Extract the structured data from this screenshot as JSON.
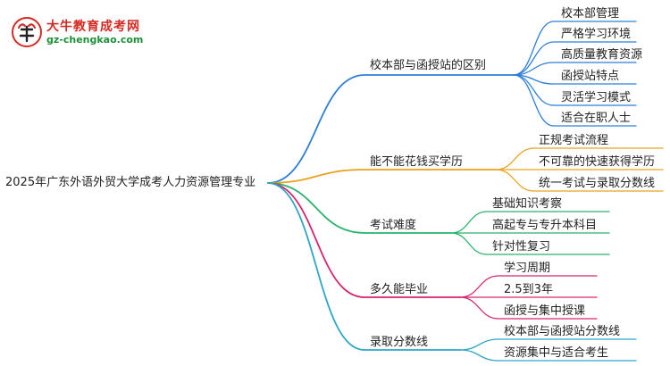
{
  "logo": {
    "name": "大牛教育成考网",
    "url": "gz-chengkao.com"
  },
  "root": "2025年广东外语外贸大学成考人力资源管理专业",
  "branches": [
    {
      "label": "校本部与函授站的区别",
      "color": "#2f7fd6",
      "children": [
        "校本部管理",
        "严格学习环境",
        "高质量教育资源",
        "函授站特点",
        "灵活学习模式",
        "适合在职人士"
      ]
    },
    {
      "label": "能不能花钱买学历",
      "color": "#e9a21a",
      "children": [
        "正规考试流程",
        "不可靠的快速获得学历",
        "统一考试与录取分数线"
      ]
    },
    {
      "label": "考试难度",
      "color": "#27b36a",
      "children": [
        "基础知识考察",
        "高起专与专升本科目",
        "针对性复习"
      ]
    },
    {
      "label": "多久能毕业",
      "color": "#d6246e",
      "children": [
        "学习周期",
        "2.5到3年",
        "函授与集中授课"
      ]
    },
    {
      "label": "录取分数线",
      "color": "#2fa6c6",
      "children": [
        "校本部与函授站分数线",
        "资源集中与适合考生"
      ]
    }
  ]
}
